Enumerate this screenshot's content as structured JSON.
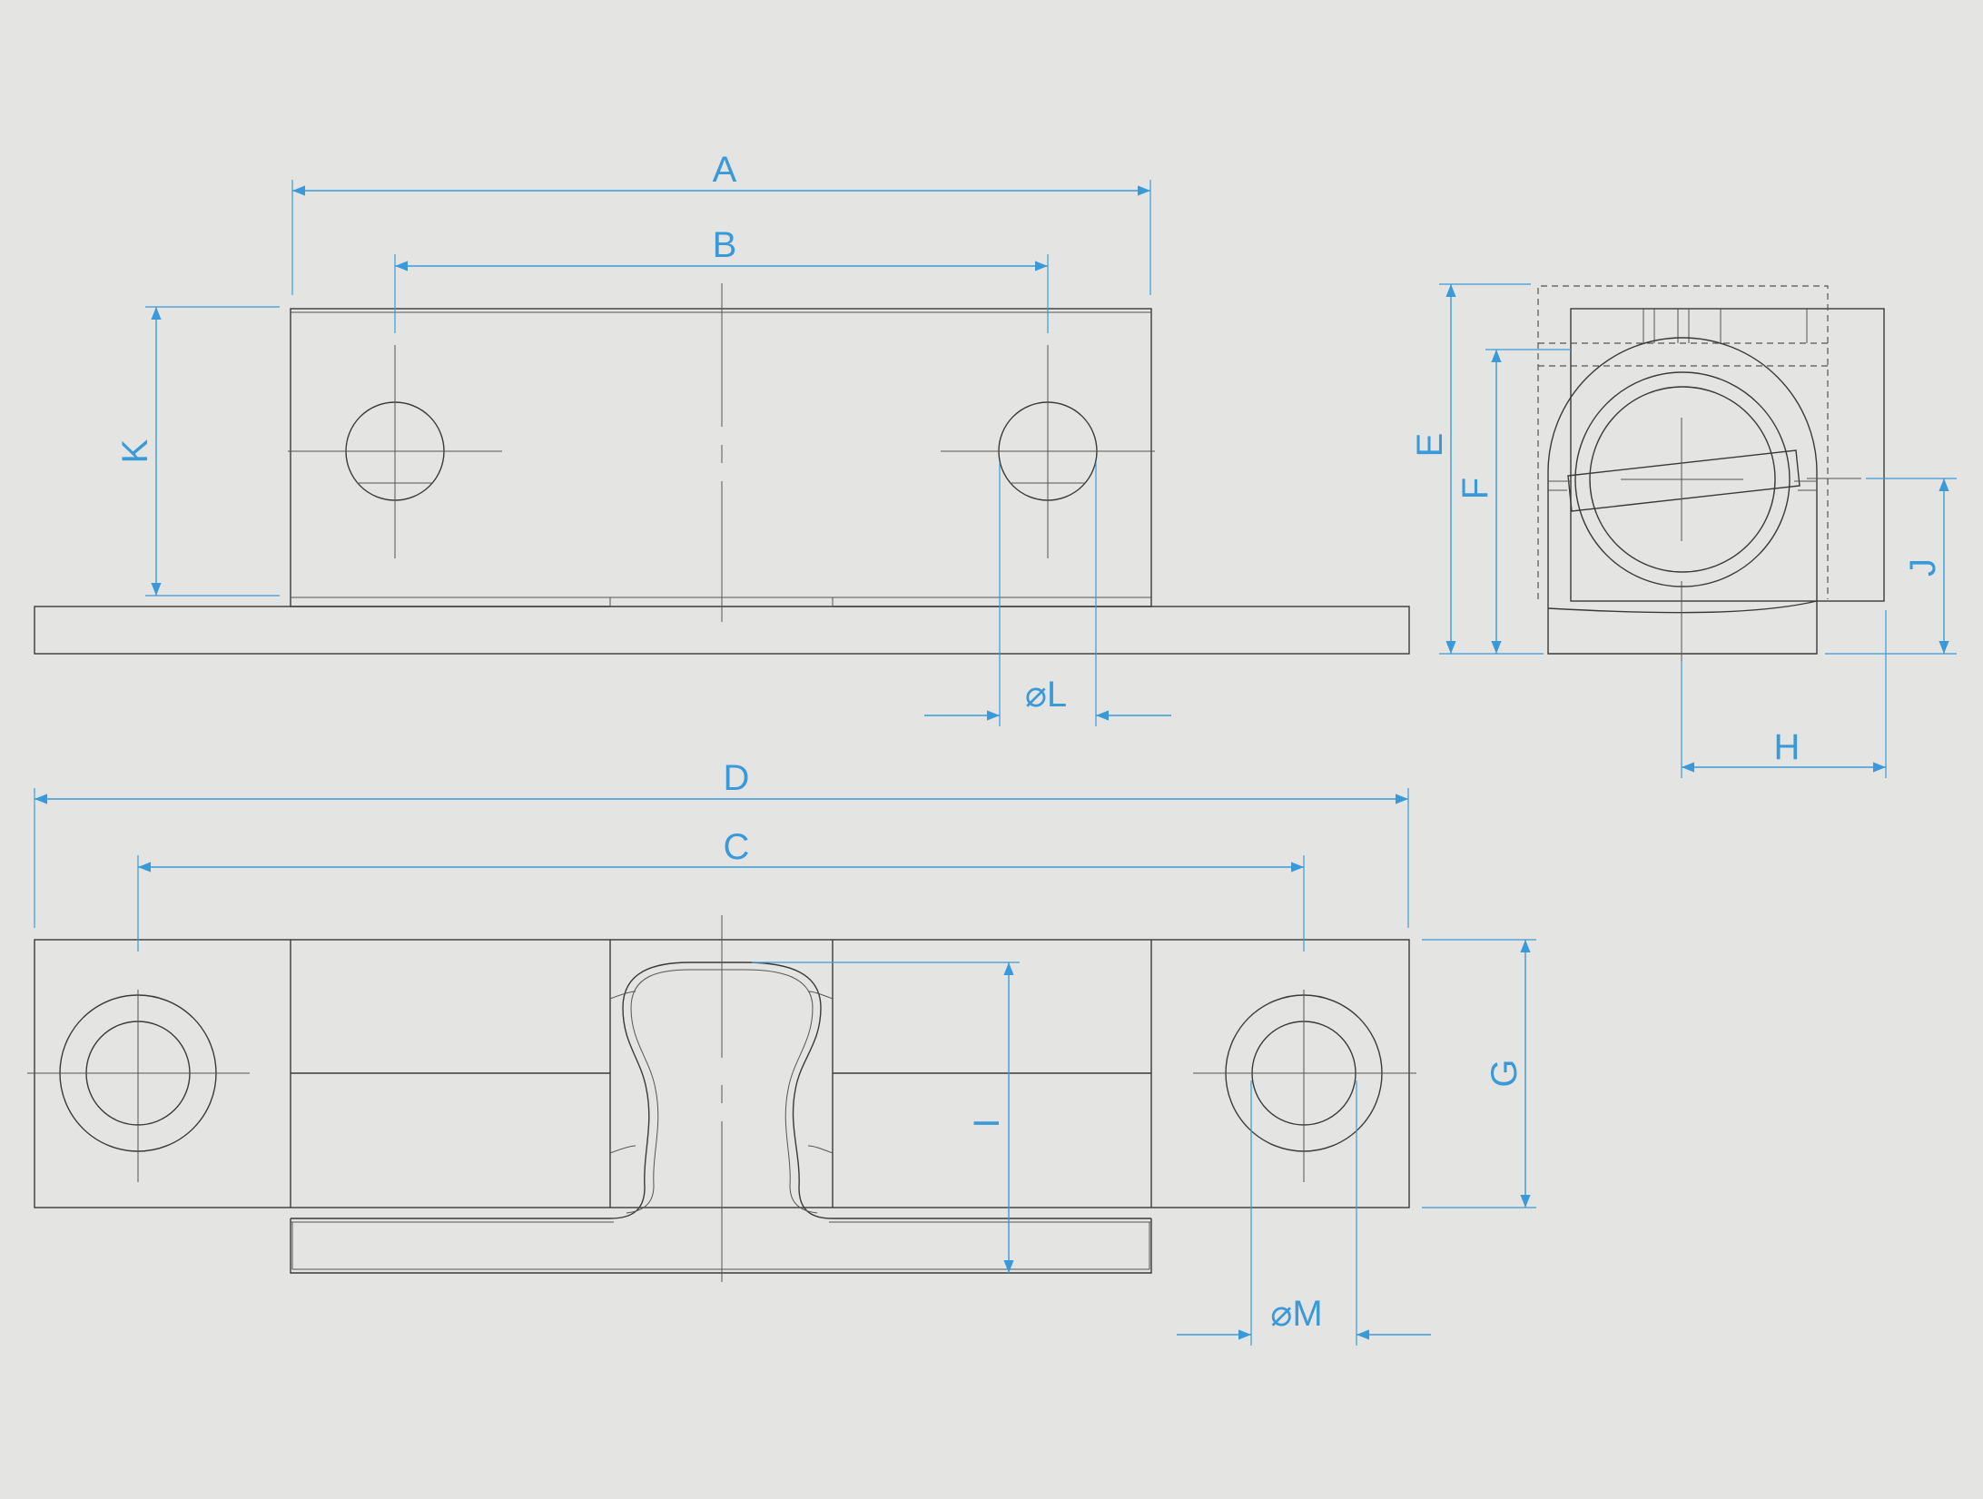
{
  "colors": {
    "background": "#e4e4e2",
    "dimension": "#3a9ad9",
    "outline": "#3a3a3a"
  },
  "dimensions": {
    "A": "A",
    "B": "B",
    "C": "C",
    "D": "D",
    "E": "E",
    "F": "F",
    "G": "G",
    "H": "H",
    "I": "I",
    "J": "J",
    "K": "K",
    "L": "⌀L",
    "M": "⌀M"
  }
}
